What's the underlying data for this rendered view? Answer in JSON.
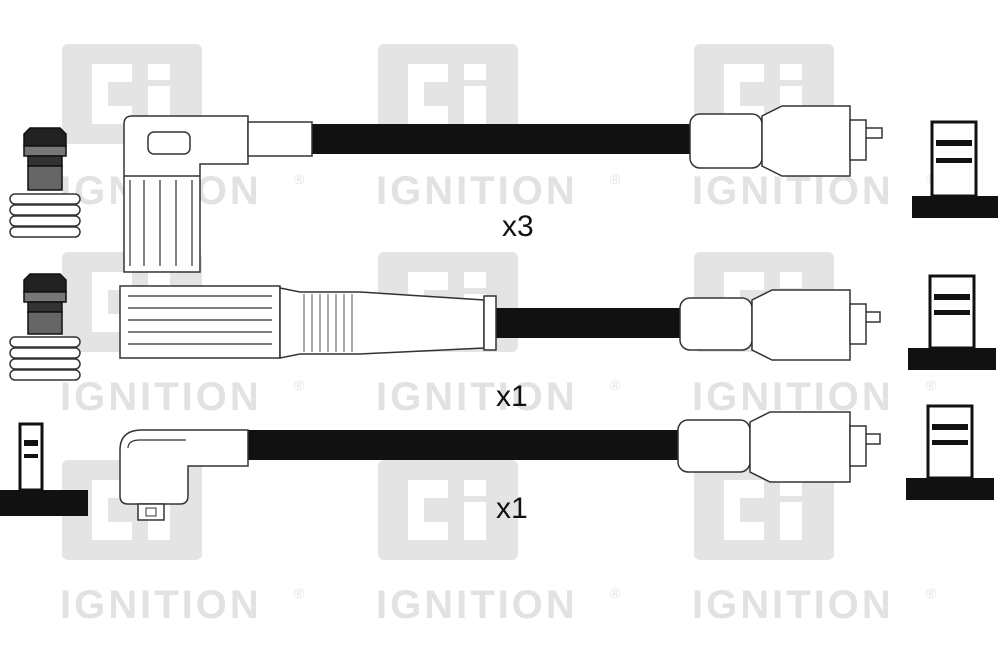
{
  "watermark": {
    "logo_text": "Ci",
    "brand_text": "IGNITION",
    "registered_mark": "®",
    "color": "#e2e2e2"
  },
  "leads": [
    {
      "quantity": "x3"
    },
    {
      "quantity": "x1"
    },
    {
      "quantity": "x1"
    }
  ],
  "colors": {
    "cable": "#111111",
    "outline": "#333333",
    "terminal": "#111111"
  }
}
